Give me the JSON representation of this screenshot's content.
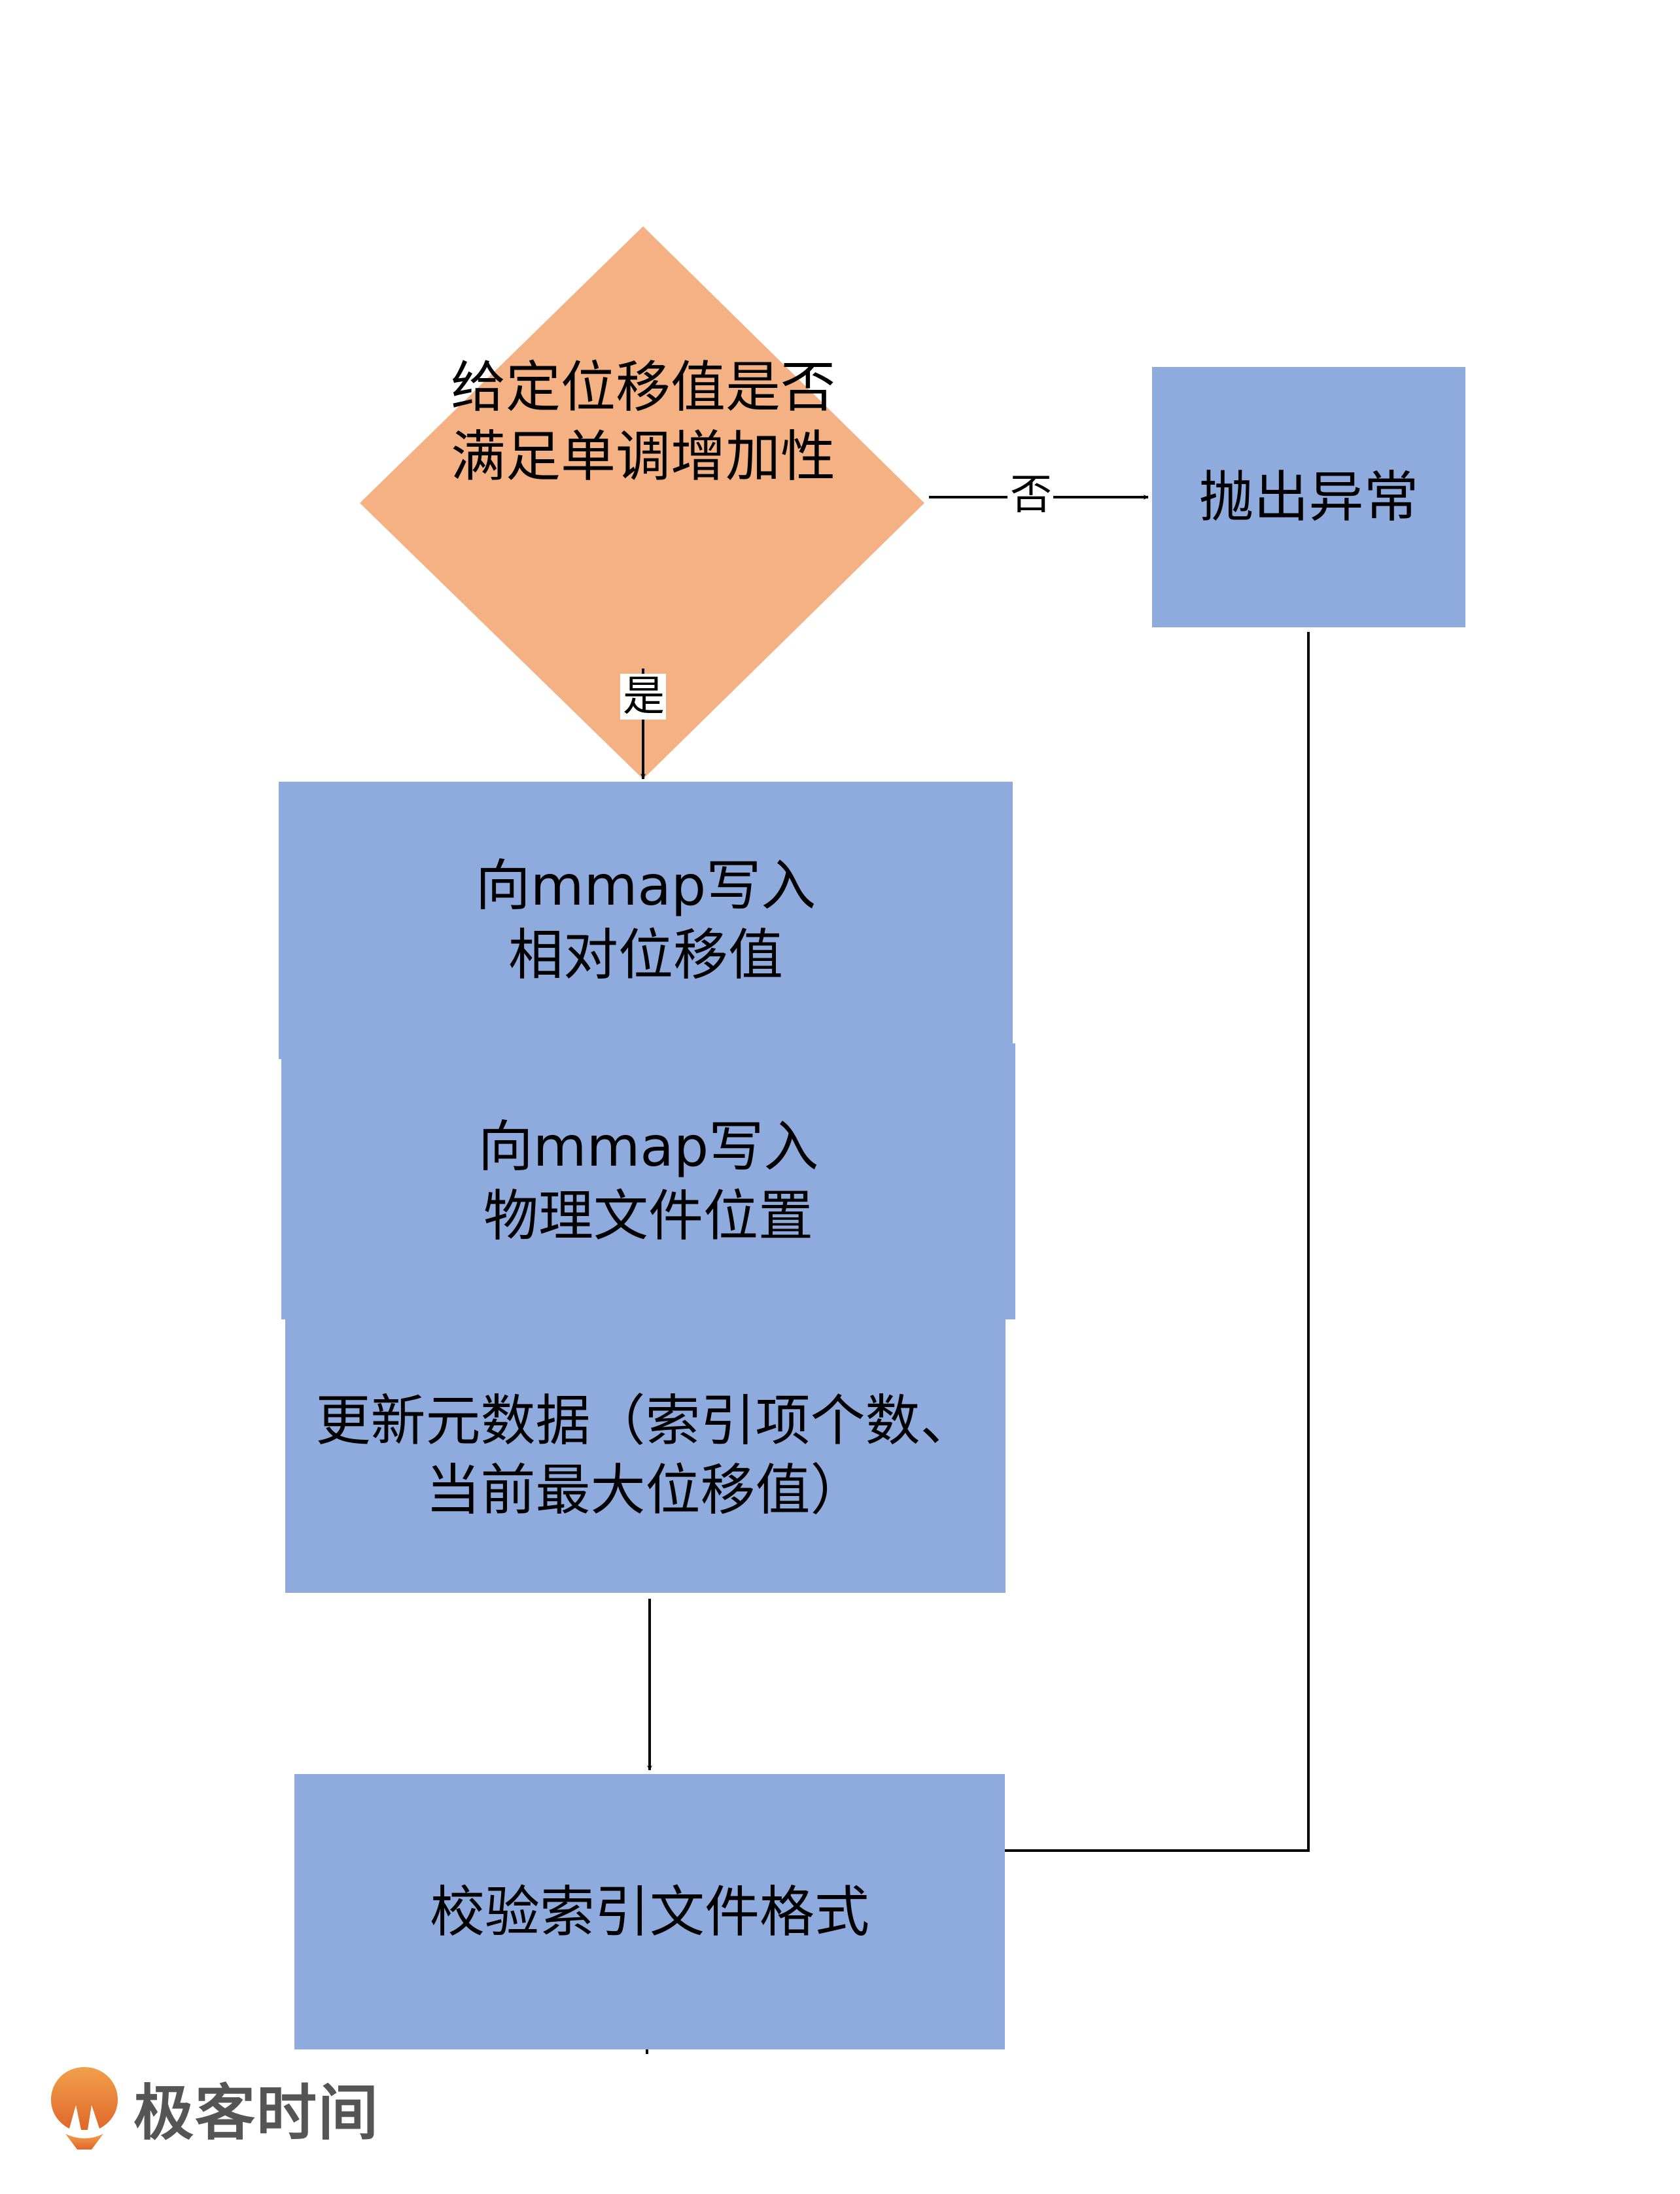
{
  "diagram": {
    "decision": {
      "label": "给定位移值是否\n满足单调增加性",
      "fill": "#F4B183"
    },
    "nodes": [
      {
        "id": "throw",
        "label": "抛出异常"
      },
      {
        "id": "write-offset",
        "label": "向mmap写入\n相对位移值"
      },
      {
        "id": "write-position",
        "label": "向mmap写入\n物理文件位置"
      },
      {
        "id": "update-metadata",
        "label": "更新元数据（索引项个数、\n当前最大位移值）"
      },
      {
        "id": "validate-format",
        "label": "校验索引文件格式"
      }
    ],
    "edge_labels": {
      "no": "否",
      "yes": "是"
    },
    "colors": {
      "process_fill": "#8FAADC",
      "end_fill": "#D4D4D4",
      "stroke": "#000000"
    }
  },
  "branding": {
    "logo_text": "极客时间",
    "logo_color": "#E8792E"
  }
}
